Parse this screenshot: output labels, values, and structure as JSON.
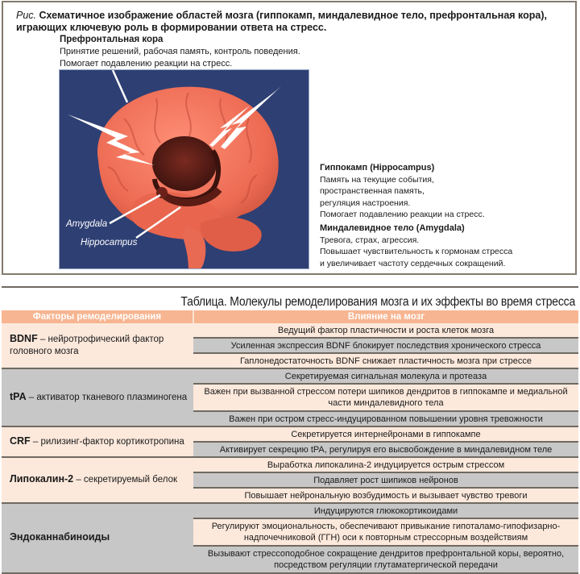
{
  "figure": {
    "caption_prefix": "Рис.",
    "caption_text": "Схематичное изображение областей мозга (гиппокамп, миндалевидное тело, префронтальная кора), играющих ключевую роль в формировании ответа на стресс.",
    "prefrontal": {
      "title": "Префронтальная кора",
      "line1": "Принятие решений, рабочая память, контроль поведения.",
      "line2": "Помогает подавлению реакции на стресс."
    },
    "hippocampus": {
      "title": "Гиппокамп (Hippocampus)",
      "line1": "Память на текущие события,",
      "line2": "пространственная память,",
      "line3": "регуляция настроения.",
      "line4": "Помогает подавлению реакции на стресс."
    },
    "amygdala": {
      "title": "Миндалевидное тело (Amygdala)",
      "line1": "Тревога, страх, агрессия.",
      "line2": "Повышает чувствительность к гормонам стресса",
      "line3": "и увеличивает частоту сердечных сокращений."
    },
    "image_labels": {
      "amygdala": "Amygdala",
      "hippocampus": "Hippocampus"
    },
    "colors": {
      "brain_bg": "#2e3f73",
      "brain": "#f0735a",
      "limbic": "#4a1a14"
    }
  },
  "table": {
    "title": "Таблица. Молекулы ремоделирования мозга и их эффекты во время стресса",
    "headers": [
      "Факторы ремоделирования",
      "Влияние на мозг"
    ],
    "colors": {
      "header": "#f7b591",
      "pink": "#fde9dc",
      "gray": "#c8c7c7",
      "rule": "#6f6a62"
    },
    "groups": [
      {
        "bold": "BDNF",
        "rest": " – нейротрофический фактор головного мозга",
        "effects": [
          "Ведущий фактор пластичности и роста клеток мозга",
          "Усиленная экспрессия BDNF блокирует последствия хронического стресса",
          "Гаплонедостаточность BDNF снижает пластичность мозга при стрессе"
        ]
      },
      {
        "bold": "tPA",
        "rest": " – активатор тканевого плазминогена",
        "effects": [
          "Секретируемая сигнальная молекула и протеаза",
          "Важен при вызванной стрессом потери шипиков дендритов в гиппокампе и медиальной части миндалевидного тела",
          "Важен при остром стресс-индуцированном повышении уровня тревожности"
        ]
      },
      {
        "bold": "CRF",
        "rest": " – рилизинг-фактор кортикотропина",
        "effects": [
          "Секретируется интернейронами в гиппокампе",
          "Активирует секрецию tPA, регулируя его высвобождение в миндалевидном теле"
        ]
      },
      {
        "bold": "Липокалин-2",
        "rest": " – секретируемый белок",
        "effects": [
          "Выработка липокалина-2 индуцируется острым стрессом",
          "Подавляет рост шипиков нейронов",
          "Повышает нейрональную возбудимость и вызывает чувство тревоги"
        ]
      },
      {
        "bold": "Эндоканнабиноиды",
        "rest": "",
        "effects": [
          "Индуцируются глюкокортикоидами",
          "Регулируют эмоциональность, обеспечивают привыкание гипоталамо-гипофизарно-надпочечниковой (ГГН) оси к повторным стрессорным воздействиям",
          "Вызывают стрессоподобное сокращение дендритов префронтальной коры, вероятно, посредством регуляции глутаматергической передачи"
        ]
      }
    ]
  }
}
